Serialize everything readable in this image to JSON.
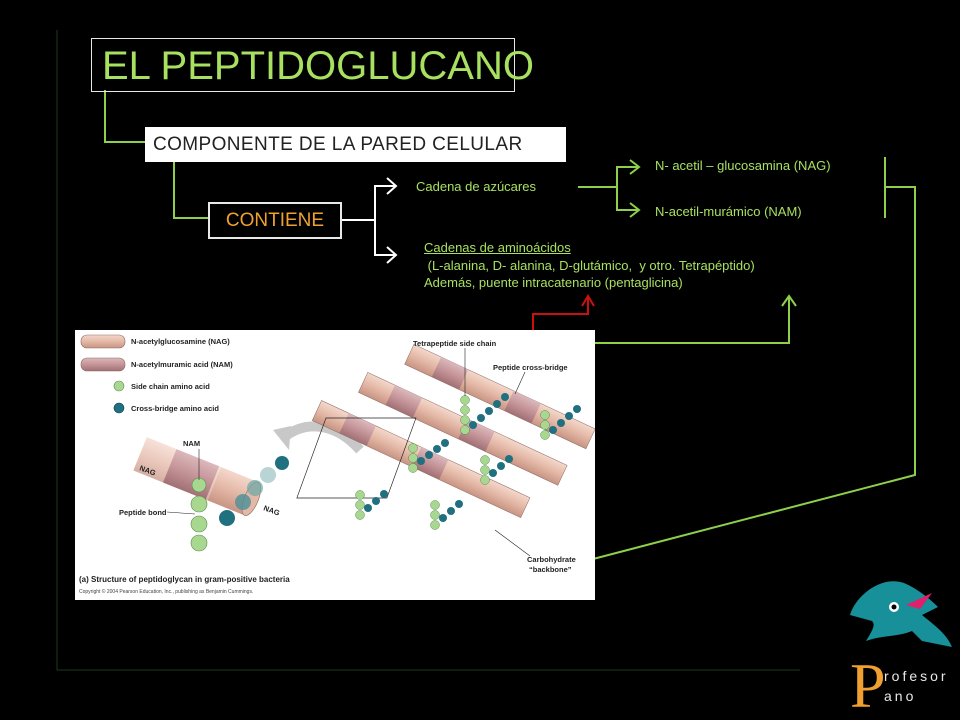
{
  "title": "EL PEPTIDOGLUCANO",
  "component_label": "COMPONENTE  DE LA PARED CELULAR",
  "contains_label": "CONTIENE",
  "sugar_chain": "Cadena de azúcares",
  "nag_label": "N- acetil – glucosamina (NAG)",
  "nam_label": "N-acetil-murámico (NAM)",
  "amino_title": "Cadenas de aminoácidos",
  "amino_line2": " (L-alanina, D- alanina, D-glutámico,  y otro. Tetrapéptido)",
  "amino_line3": "Además, puente intracatenario (pentaglicina)",
  "figure": {
    "legend": [
      {
        "label": "N-acetylglucosamine (NAG)",
        "color": "#e8c0b0"
      },
      {
        "label": "N-acetylmuramic acid (NAM)",
        "color": "#c89ca0"
      },
      {
        "label": "Side chain amino acid",
        "color": "#a8d890"
      },
      {
        "label": "Cross-bridge amino acid",
        "color": "#207080"
      }
    ],
    "labels": {
      "nam": "NAM",
      "nag_left": "NAG",
      "nag_right": "NAG",
      "peptide_bond": "Peptide bond",
      "tetrapeptide": "Tetrapeptide side chain",
      "cross_bridge": "Peptide cross-bridge",
      "carbohydrate": "Carbohydrate",
      "backbone": "“backbone”"
    },
    "caption_bold": "(a) Structure of peptidoglycan in gram-positive bacteria",
    "copyright": "Copyright © 2004 Pearson Education, Inc., publishing as Benjamin Cummings."
  },
  "logo": {
    "letter": "P",
    "line1": "rofesor",
    "line2": "ano"
  },
  "colors": {
    "line_green": "#8ed04a",
    "text_green": "#a8e060",
    "accent_orange": "#f0a030",
    "arrow_red": "#cc1010",
    "teal": "#18909a"
  }
}
